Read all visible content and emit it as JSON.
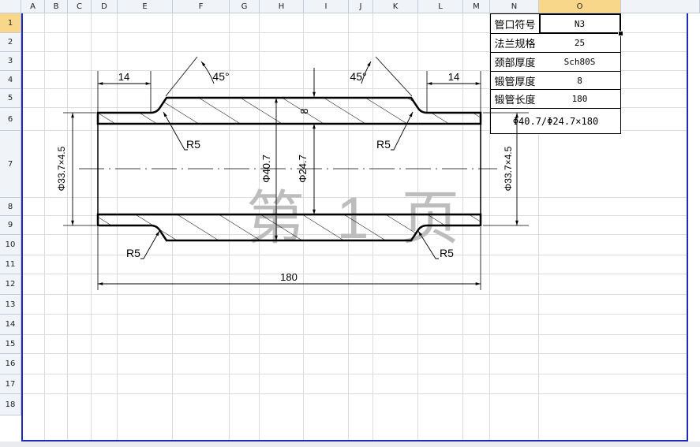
{
  "columns": [
    "A",
    "B",
    "C",
    "D",
    "E",
    "F",
    "G",
    "H",
    "I",
    "J",
    "K",
    "L",
    "M",
    "N",
    "O"
  ],
  "rows": [
    "1",
    "2",
    "3",
    "4",
    "5",
    "6",
    "7",
    "8",
    "9",
    "10",
    "11",
    "12",
    "13",
    "14",
    "15",
    "16",
    "17",
    "18"
  ],
  "spec_table": {
    "rows": [
      {
        "label": "管口符号",
        "value": "N3"
      },
      {
        "label": "法兰规格",
        "value": "25"
      },
      {
        "label": "颈部厚度",
        "value": "Sch80S"
      },
      {
        "label": "锻管厚度",
        "value": "8"
      },
      {
        "label": "锻管长度",
        "value": "180"
      }
    ],
    "summary": "Φ40.7/Φ24.7×180"
  },
  "drawing": {
    "dim_left_top": "14",
    "dim_right_top": "14",
    "angle_left": "45°",
    "angle_right": "45°",
    "dim_thickness": "8",
    "dia_outer_left": "Φ33.7×4.5",
    "dia_outer_right": "Φ33.7×4.5",
    "dia_body": "Φ40.7",
    "dia_bore": "Φ24.7",
    "radius_1": "R5",
    "radius_2": "R5",
    "radius_3": "R5",
    "radius_4": "R5",
    "dim_length": "180"
  },
  "watermark": "第 1 页"
}
